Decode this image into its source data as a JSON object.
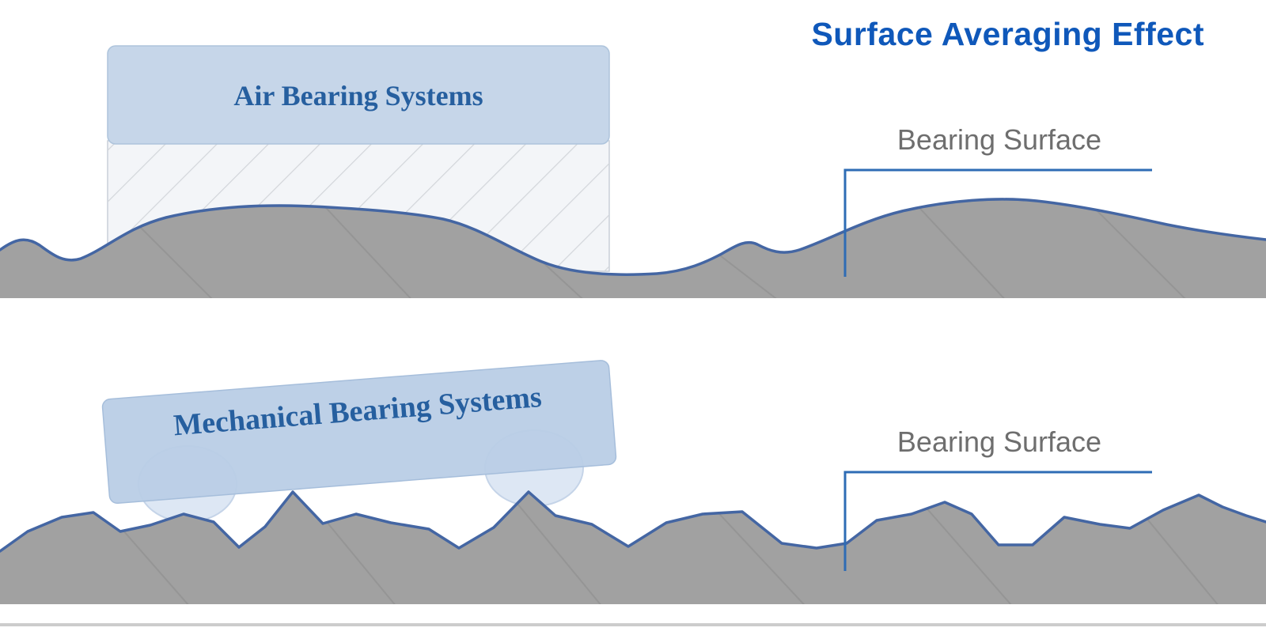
{
  "title": "Surface Averaging Effect",
  "panels": {
    "air": {
      "label": "Air Bearing Systems",
      "callout_label": "Bearing Surface"
    },
    "mechanical": {
      "label": "Mechanical Bearing Systems",
      "callout_label": "Bearing Surface"
    }
  },
  "colors": {
    "title_blue": "#0f58ba",
    "label_blue": "#265f9f",
    "callout_blue": "#2e6cb5",
    "callout_text": "#6e6e6e",
    "surface_gray": "#a1a1a1",
    "surface_edge": "#4466a3",
    "block_fill": "#c6d6e9",
    "block_hatch_bg": "#f3f5f8",
    "box_fill": "#b9cde6",
    "wheel_fill": "#dde7f4"
  }
}
